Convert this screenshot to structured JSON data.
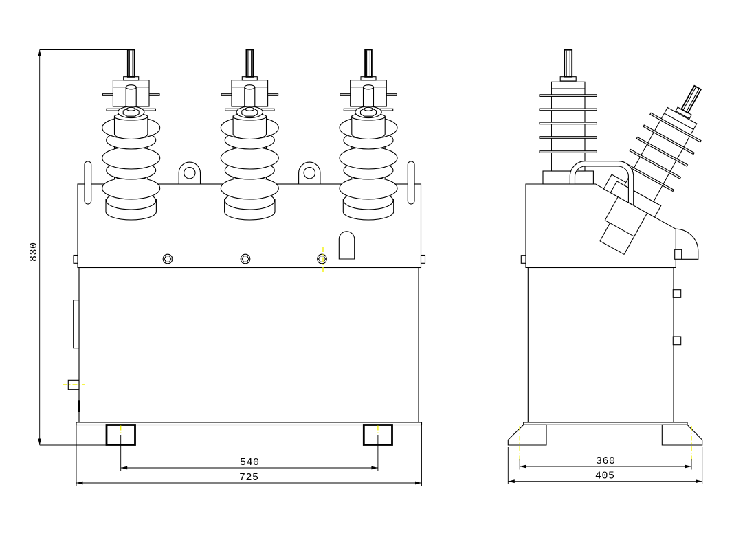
{
  "drawing": {
    "type": "technical-dimension-drawing",
    "subject": "pole-mounted vacuum circuit breaker outline, front and side views"
  },
  "colors": {
    "line": "#000000",
    "background": "#ffffff",
    "centerline": "#f2f20c"
  },
  "dimensions": {
    "front_height": "830",
    "front_feet_spacing": "540",
    "front_overall_width": "725",
    "side_feet_spacing": "360",
    "side_overall_width": "405"
  }
}
